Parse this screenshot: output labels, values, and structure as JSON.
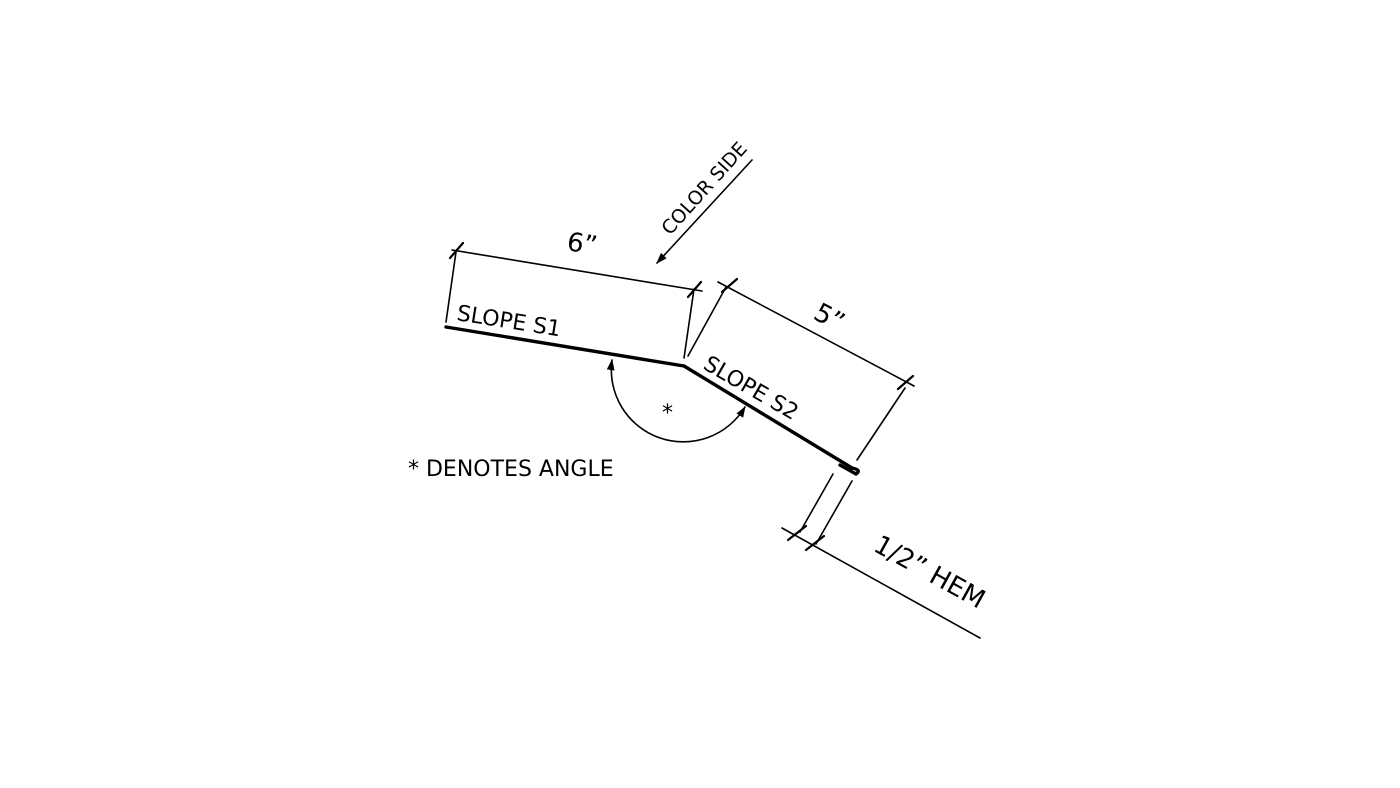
{
  "labels": {
    "color_side": "COLOR SIDE",
    "dim_s1": "6”",
    "dim_s2": "5”",
    "slope_s1": "SLOPE S1",
    "slope_s2": "SLOPE S2",
    "angle_mark": "*",
    "legend": "* DENOTES ANGLE",
    "hem": "1/2” HEM"
  },
  "colors": {
    "line": "#000000",
    "background": "#ffffff"
  }
}
